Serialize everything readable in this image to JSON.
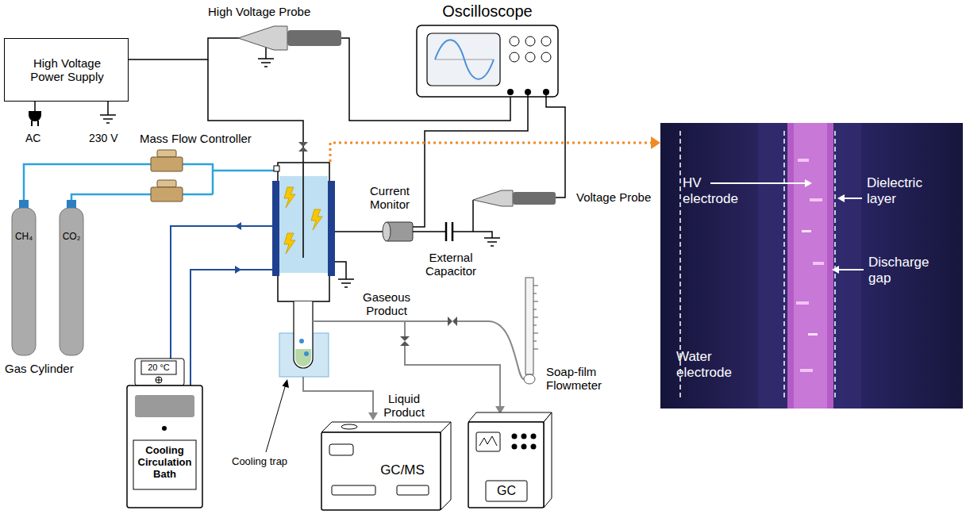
{
  "diagram": {
    "nodes": [
      {
        "text": [
          "High Voltage Power Supply"
        ]
      },
      {
        "text": [
          "Oscilloscope"
        ]
      },
      {
        "text": [
          "CH₄"
        ]
      },
      {
        "text": [
          "CO₂"
        ]
      },
      {
        "text": [
          "20 °C",
          "Cooling Circulation Bath"
        ]
      },
      {
        "text": [
          "GC/MS"
        ]
      },
      {
        "text": [
          "GC"
        ]
      },
      {
        "text": [
          "HV electrode",
          "Dielectric layer",
          "Discharge gap",
          "Water electrode"
        ]
      }
    ],
    "edges": [
      {
        "from": 0,
        "to": 1,
        "arrow": "none"
      }
    ],
    "labels": [
      "High Voltage Probe",
      "AC",
      "230 V",
      "Mass Flow Controller",
      "Current Monitor",
      "Voltage Probe",
      "External Capacitor",
      "Gaseous Product",
      "Soap-film Flowmeter",
      "Gas Cylinder",
      "Cooling trap",
      "Liquid Product"
    ]
  }
}
